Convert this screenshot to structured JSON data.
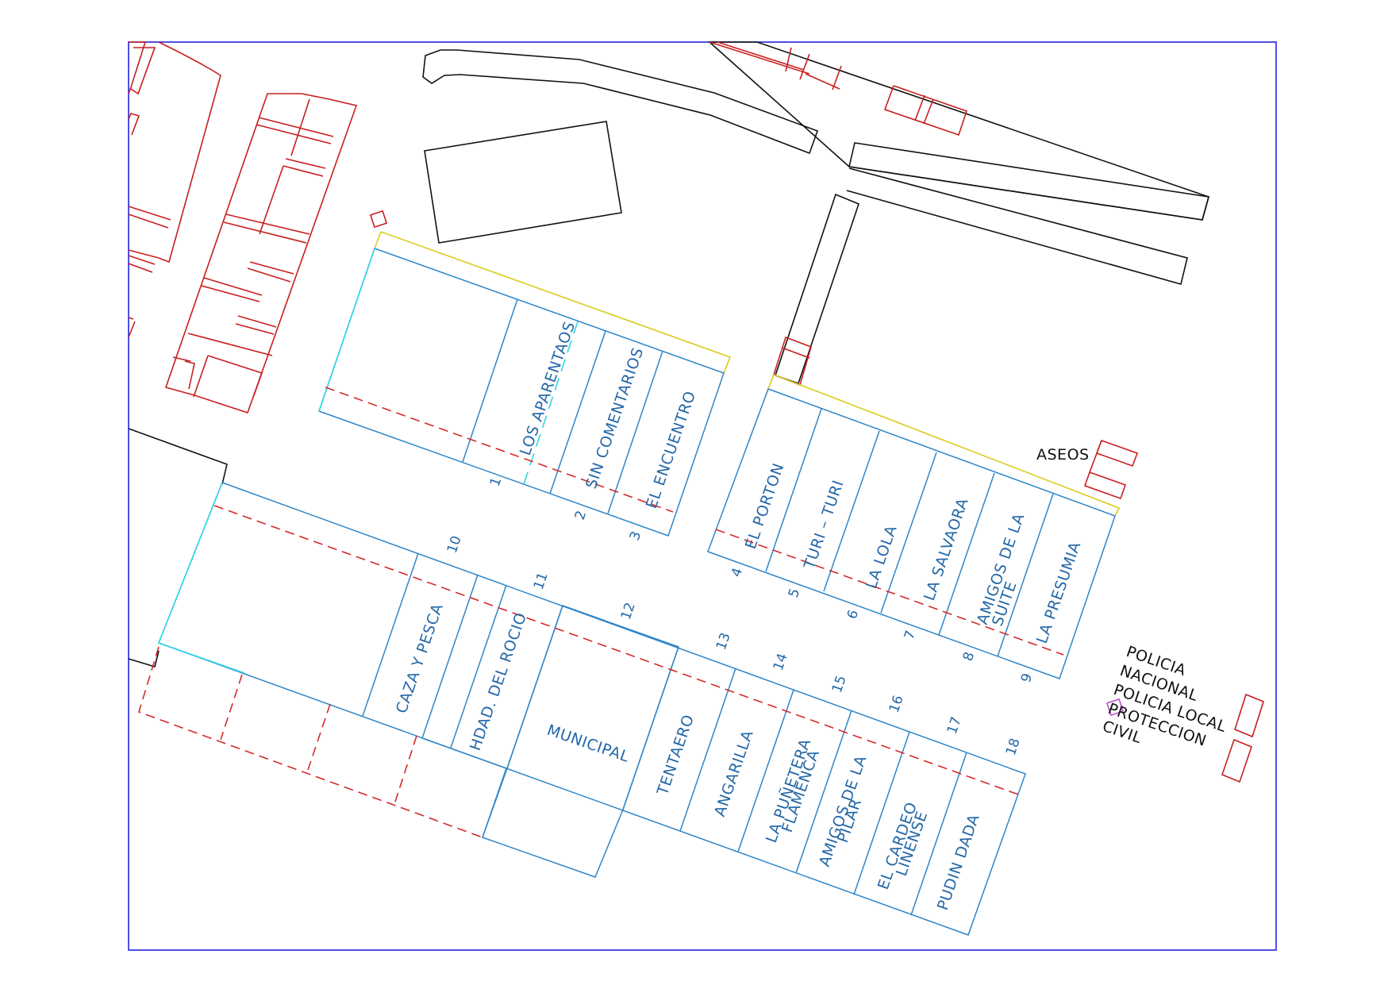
{
  "map": {
    "caseta_1_name": "LOS APARENTAOS",
    "caseta_2_name": "SIN COMENTARIOS",
    "caseta_3_name": "EL ENCUENTRO",
    "caseta_4_name": "EL PORTON",
    "caseta_5_name": "TURI – TURI",
    "caseta_6_name": "LA LOLA",
    "caseta_7_name": "LA SALVAORA",
    "caseta_8_name_line1": "AMIGOS DE LA",
    "caseta_8_name_line2": "SUITE",
    "caseta_9_name": "LA PRESUMIA",
    "caseta_10_11_left_name": "CAZA Y PESCA",
    "caseta_10_11_right_name": "HDAD. DEL ROCIO",
    "caseta_12_name": "MUNICIPAL",
    "caseta_13_name": "TENTAERO",
    "caseta_14_name": "ANGARILLA",
    "caseta_15_name_line1": "LA PUÑETERA",
    "caseta_15_name_line2": "FLAMENCA",
    "caseta_16_name_line1": "AMIGOS DE LA",
    "caseta_16_name_line2": "PILAR",
    "caseta_17_name_line1": "EL CARDEO",
    "caseta_17_name_line2": "LINENSE",
    "caseta_18_name": "PUDIN DADA",
    "numbers": [
      "1",
      "2",
      "3",
      "4",
      "5",
      "6",
      "7",
      "8",
      "9",
      "10",
      "11",
      "12",
      "13",
      "14",
      "15",
      "16",
      "17",
      "18"
    ],
    "aseos_label": "ASEOS",
    "police_line1": "POLICIA",
    "police_line2": "NACIONAL",
    "police_line3": "POLICIA LOCAL",
    "police_line4": "PROTECCION",
    "police_line5": "CIVIL"
  },
  "colors": {
    "frame": "#2323e0",
    "buildings": "#c81e1e",
    "structures": "#111111",
    "stalls": "#2f86c9",
    "fence": "#2fd6e6",
    "frontage": "#d9cc1c",
    "red_dashed": "#d42a2a",
    "labels": "#2468a8"
  }
}
